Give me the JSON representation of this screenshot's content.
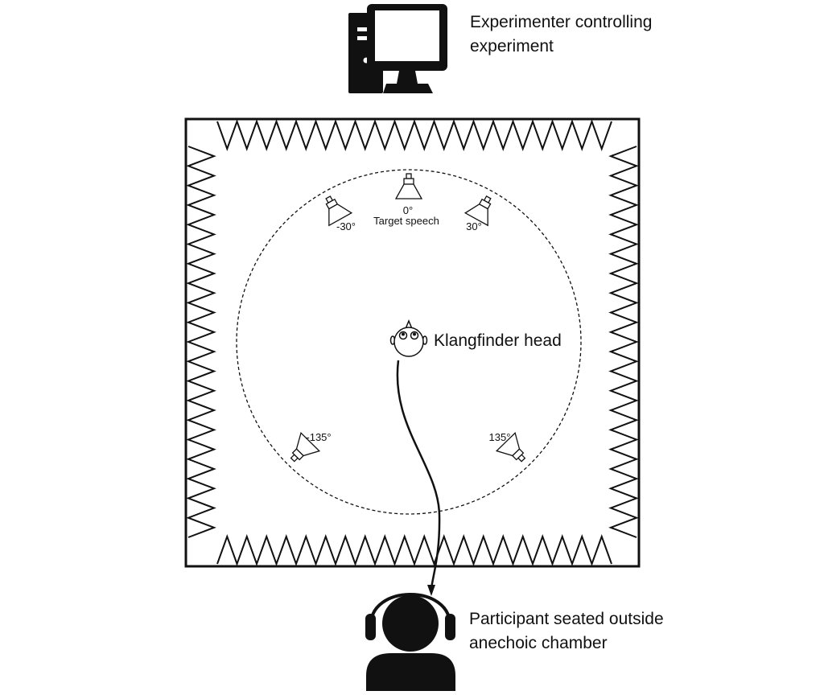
{
  "labels": {
    "experimenter": {
      "line1": "Experimenter controlling",
      "line2": "experiment"
    },
    "participant": {
      "line1": "Participant seated outside",
      "line2": "anechoic chamber"
    },
    "klangfinder": "Klangfinder head"
  },
  "speakers": [
    {
      "id": "speaker-0",
      "angle_label": "0°",
      "sub_label": "Target speech"
    },
    {
      "id": "speaker-minus-30",
      "angle_label": "-30°",
      "sub_label": ""
    },
    {
      "id": "speaker-30",
      "angle_label": "30°",
      "sub_label": ""
    },
    {
      "id": "speaker-minus-135",
      "angle_label": "-135°",
      "sub_label": ""
    },
    {
      "id": "speaker-135",
      "angle_label": "135°",
      "sub_label": ""
    }
  ],
  "icons": {
    "computer": "computer-icon",
    "head": "listener-head-icon",
    "participant": "participant-headphones-icon",
    "speaker": "loudspeaker-icon"
  },
  "colors": {
    "ink": "#111111",
    "background": "#ffffff"
  }
}
